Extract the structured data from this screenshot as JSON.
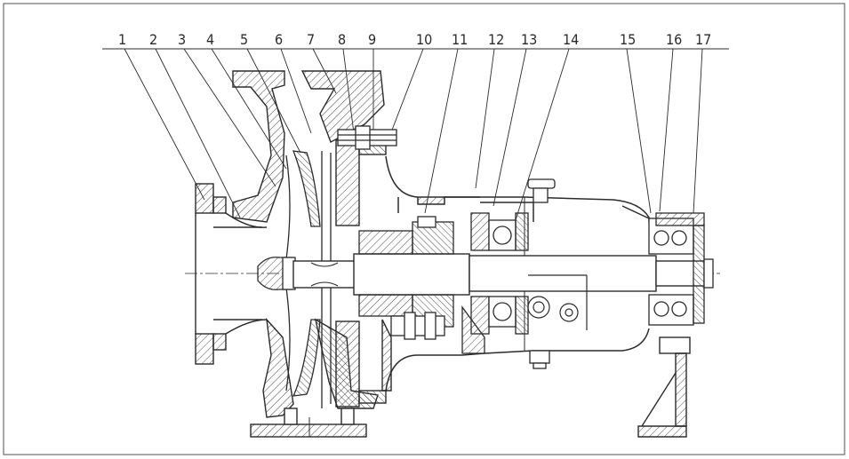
{
  "drawing": {
    "part_labels": [
      "1",
      "2",
      "3",
      "4",
      "5",
      "6",
      "7",
      "8",
      "9",
      "10",
      "11",
      "12",
      "13",
      "14",
      "15",
      "16",
      "17"
    ],
    "colors": {
      "line": "#2b2b2b",
      "hatch": "#4a4a4a",
      "paper": "#ffffff",
      "frame": "#6a6a6a"
    }
  }
}
